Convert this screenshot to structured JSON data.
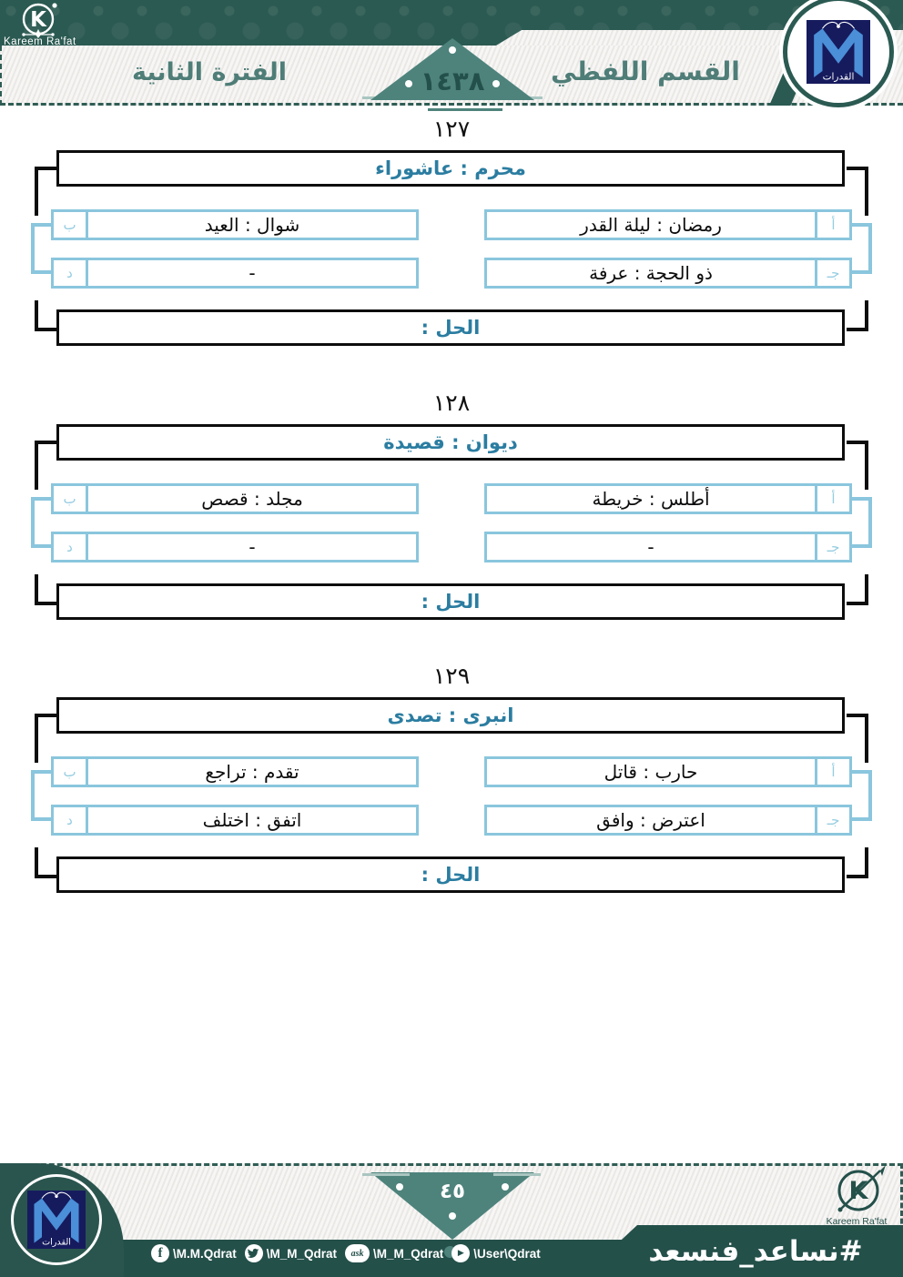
{
  "header": {
    "brand": "Kareem Ra'fat",
    "section": "القسم اللفظي",
    "period": "الفترة الثانية",
    "year": "١٤٣٨",
    "logo_caption": "القدرات"
  },
  "questions": [
    {
      "number": "١٢٧",
      "title": "محرم : عاشوراء",
      "options": [
        {
          "letter": "أ",
          "text": "رمضان : ليلة القدر"
        },
        {
          "letter": "ب",
          "text": "شوال : العيد"
        },
        {
          "letter": "جـ",
          "text": "ذو الحجة : عرفة"
        },
        {
          "letter": "د",
          "text": "-"
        }
      ],
      "solution_label": "الحل :"
    },
    {
      "number": "١٢٨",
      "title": "ديوان : قصيدة",
      "options": [
        {
          "letter": "أ",
          "text": "أطلس : خريطة"
        },
        {
          "letter": "ب",
          "text": "مجلد : قصص"
        },
        {
          "letter": "جـ",
          "text": "-"
        },
        {
          "letter": "د",
          "text": "-"
        }
      ],
      "solution_label": "الحل :"
    },
    {
      "number": "١٢٩",
      "title": "انبرى : تصدى",
      "options": [
        {
          "letter": "أ",
          "text": "حارب : قاتل"
        },
        {
          "letter": "ب",
          "text": "تقدم : تراجع"
        },
        {
          "letter": "جـ",
          "text": "اعترض : وافق"
        },
        {
          "letter": "د",
          "text": "اتفق : اختلف"
        }
      ],
      "solution_label": "الحل :"
    }
  ],
  "footer": {
    "page_number": "٤٥",
    "hashtag": "#نساعد_فنسعد",
    "brand": "Kareem Ra'fat",
    "logo_caption": "القدرات",
    "social": [
      {
        "name": "facebook",
        "handle": "\\M.M.Qdrat"
      },
      {
        "name": "twitter",
        "handle": "\\M_M_Qdrat"
      },
      {
        "name": "ask",
        "handle": "\\M_M_Qdrat"
      },
      {
        "name": "youtube",
        "handle": "\\User\\Qdrat"
      }
    ]
  },
  "colors": {
    "dark_green": "#2b5a52",
    "bar_green": "#24504a",
    "triangle_teal": "#4e837c",
    "title_teal": "#2b7da1",
    "option_blue": "#8ac6dd"
  }
}
